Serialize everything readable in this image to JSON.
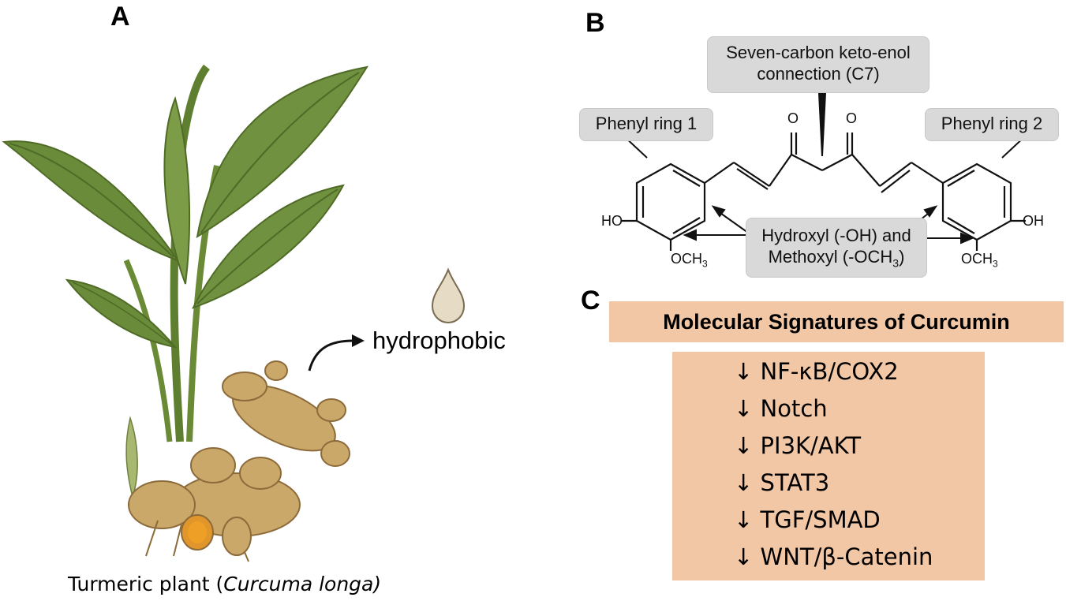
{
  "panel_a": {
    "letter": "A",
    "hydrophobic_label": "hydrophobic",
    "caption_prefix": "Turmeric plant (",
    "caption_italic": "Curcuma longa)",
    "droplet_icon": "droplet-icon",
    "arrow_icon": "curved-arrow-icon"
  },
  "panel_b": {
    "letter": "B",
    "callout_c7_line1": "Seven-carbon keto-enol",
    "callout_c7_line2": "connection (C7)",
    "phenyl_ring_1": "Phenyl ring 1",
    "phenyl_ring_2": "Phenyl ring 2",
    "groups_line1": "Hydroxyl (-OH) and",
    "groups_line2_prefix": "Methoxyl (-OCH",
    "groups_line2_sub": "3",
    "groups_line2_suffix": ")",
    "atom_O": "O",
    "atom_HO": "HO",
    "atom_OH": "OH",
    "atom_OCH": "OCH",
    "atom_sub3": "3"
  },
  "panel_c": {
    "letter": "C",
    "title": "Molecular Signatures of Curcumin",
    "arrow_symbol": "↓",
    "items": [
      "NF-κB/COX2",
      "Notch",
      "PI3K/AKT",
      "STAT3",
      "TGF/SMAD",
      "WNT/β-Catenin"
    ]
  },
  "colors": {
    "leaf": "#6f8f3a",
    "leaf_dark": "#4f6b26",
    "rhizome": "#c9a86a",
    "rhizome_dark": "#8c6a3a",
    "turmeric_core": "#e0962a",
    "signature_bg": "#f2c7a6",
    "callout_bg": "#d9d9d9",
    "droplet": "#e6dcc6"
  }
}
